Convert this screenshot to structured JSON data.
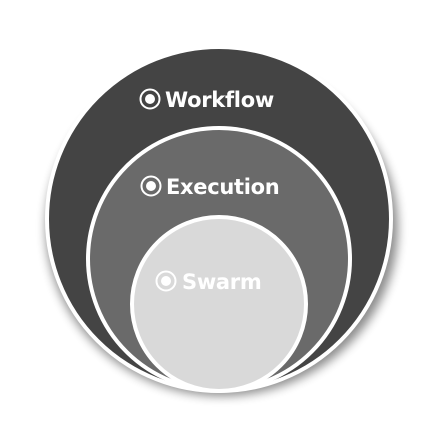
{
  "diagram": {
    "rings": [
      {
        "id": "outer",
        "label": "Workflow",
        "fill": "#444444",
        "text_color": "#ffffff"
      },
      {
        "id": "middle",
        "label": "Execution",
        "fill": "#6a6a6a",
        "text_color": "#ffffff"
      },
      {
        "id": "inner",
        "label": "Swarm",
        "fill": "#d9d9d9",
        "text_color": "#ffffff"
      }
    ],
    "icon": "radio-dot-icon",
    "border_color": "#ffffff"
  }
}
